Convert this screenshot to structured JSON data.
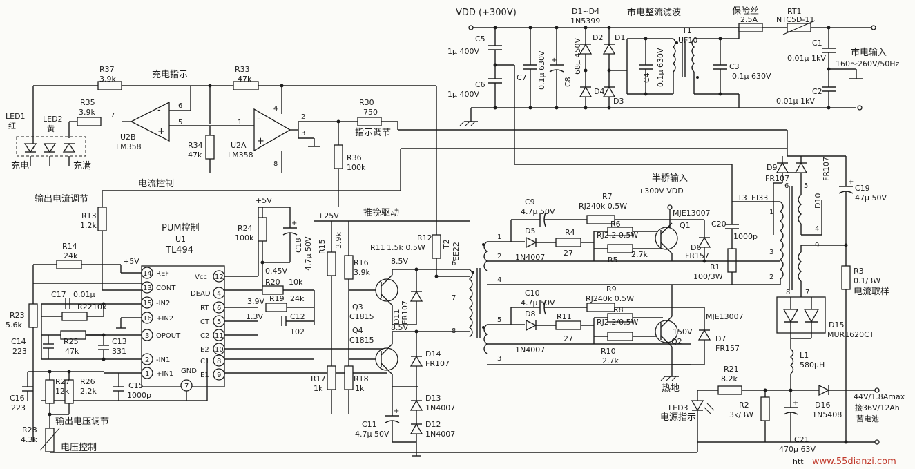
{
  "labels": {
    "vdd_top": "VDD (+300V)",
    "d1d4": "D1~D4",
    "d1d4_part": "1N5399",
    "rectifier": "市电整流滤波",
    "fuse": "保险丝",
    "fuse_val": "2.5A",
    "rt1": "RT1",
    "rt1_val": "NTC5D-11",
    "mains": "市电输入",
    "mains_range": "160～260V/50Hz",
    "c1": "C1",
    "c1_val": "0.01μ 1kV",
    "c2": "C2",
    "c2_val": "0.01μ 1kV",
    "c3": "C3",
    "c3_val": "0.1μ 630V",
    "c4": "C4",
    "c4_val": "0.1μ 630V",
    "t1": "T1",
    "t1_val": "UF10",
    "c5": "C5",
    "c5_val": "1μ 400V",
    "c6": "C6",
    "c6_val": "1μ 400V",
    "c7": "C7",
    "c7_val": "0.1μ 630V",
    "c8": "C8",
    "c8_val": "68μ 450V",
    "d2": "D2",
    "d1": "D1",
    "d3": "D3",
    "d4": "D4",
    "r37": "R37",
    "r37_val": "3.9k",
    "charge_ind": "充电指示",
    "r33": "R33",
    "r33_val": "47k",
    "r35": "R35",
    "r35_val": "3.9k",
    "led1": "LED1",
    "led1_color": "红",
    "led2": "LED2",
    "led2_color": "黄",
    "charging": "充电",
    "full": "充满",
    "u2b": "U2B",
    "u2b_part": "LM358",
    "u2a": "U2A",
    "u2a_part": "LM358",
    "r34": "R34",
    "r34_val": "47k",
    "r30": "R30",
    "r30_val": "750",
    "ind_adj": "指示调节",
    "r36": "R36",
    "r36_val": "100k",
    "cur_ctrl": "电流控制",
    "out_cur_adj": "输出电流调节",
    "r13": "R13",
    "r13_val": "1.2k",
    "pwm": "PUM控制",
    "u1": "U1",
    "u1_part": "TL494",
    "v5a": "+5V",
    "v5b": "+5V",
    "v25": "+25V",
    "r24": "R24",
    "r24_val": "100k",
    "c18": "C18",
    "c18_val": "4.7μ 50V",
    "r14": "R14",
    "r14_val": "24k",
    "v045": "0.45V",
    "r15": "R15",
    "r15_val": "3.9k",
    "r16": "R16",
    "r16_val": "3.9k",
    "pushpull": "推挽驱动",
    "r12": "R12",
    "r11": "R11",
    "r11_val": "1.5k 0.5W",
    "t2": "T2",
    "t2_val": "EE22",
    "c17": "C17",
    "c17_val": "0.01μ",
    "r22": "R22",
    "r22_val": "10k",
    "r20": "R20",
    "r20_val": "10k",
    "r19": "R19",
    "r19_val": "24k",
    "v39": "3.9V",
    "v13": "1.3V",
    "c12": "C12",
    "c12_val": "102",
    "r23": "R23",
    "r23_val": "5.6k",
    "r25": "R25",
    "r25_val": "47k",
    "c14": "C14",
    "c14_val": "223",
    "c13": "C13",
    "c13_val": "331",
    "q3": "Q3",
    "q3_part": "C1815",
    "q4": "Q4",
    "q4_part": "C1815",
    "v85a": "8.5V",
    "v85b": "8.5V",
    "d11": "D11",
    "d11_part": "FR107",
    "d14": "D14",
    "d14_part": "FR107",
    "d13": "D13",
    "d13_part": "1N4007",
    "d12": "D12",
    "d12_part": "1N4007",
    "c11": "C11",
    "c11_val": "4.7μ 50V",
    "r17": "R17",
    "r17_val": "1k",
    "r18": "R18",
    "r18_val": "1k",
    "c16": "C16",
    "c16_val": "223",
    "r27": "R27",
    "r27_val": "12k",
    "r26": "R26",
    "r26_val": "2.2k",
    "c15": "C15",
    "c15_val": "1000p",
    "out_volt_adj": "输出电压调节",
    "r28": "R28",
    "r28_val": "4.3k",
    "volt_ctrl": "电压控制",
    "halfbridge": "半桥输入",
    "vdd_hb": "+300V  VDD",
    "c9": "C9",
    "c9_val": "4.7μ 50V",
    "r7": "R7",
    "r7_val": "RJ240k 0.5W",
    "d5": "D5",
    "d5_part": "1N4007",
    "r4": "R4",
    "r4_val": "27",
    "r6": "R6",
    "r6_val": "RJ2.2 0.5W",
    "r5": "R5",
    "r5_val": "2.7k",
    "q1": "Q1",
    "q1_part": "MJE13007",
    "d6": "D6",
    "d6_part": "FR157",
    "c20": "C20",
    "c20_val": "1000p",
    "r1": "R1",
    "r1_val": "100/3W",
    "c10": "C10",
    "c10_val": "4.7μ 50V",
    "r9": "R9",
    "r9_val": "RJ240k 0.5W",
    "d8": "D8",
    "d8_part": "1N4007",
    "r11b": "R11",
    "r11b_val": "27",
    "r8": "R8",
    "r8_val": "RJ2.2/0.5W",
    "r10": "R10",
    "r10_val": "2.7k",
    "q2": "Q2",
    "q2_v": "150V",
    "q2_part": "MJE13007",
    "d7": "D7",
    "d7_part": "FR157",
    "hot_ground": "热地",
    "t3": "T3",
    "t3_val": "EI33",
    "d9": "D9",
    "d9_part": "FR107",
    "d10": "D10",
    "d10_part": "FR107",
    "c19": "C19",
    "c19_val": "47μ 50V",
    "r3": "R3",
    "r3_val": "0.1/3W",
    "cur_sample": "电流取样",
    "d15": "D15",
    "d15_part": "MUR1620CT",
    "l1": "L1",
    "l1_val": "580μH",
    "r21": "R21",
    "r21_val": "8.2k",
    "led3": "LED3",
    "power_ind": "电源指示",
    "r2": "R2",
    "r2_val": "3k/3W",
    "d16": "D16",
    "d16_part": "1N5408",
    "c21": "C21",
    "c21_val": "470μ 63V",
    "out_spec": "44V/1.8Amax",
    "out_batt1": "接36V/12Ah",
    "out_batt2": "蓄电池",
    "watermark": "www.55dianzi.com",
    "watermark_prefix": "htt"
  },
  "u1_pins": {
    "p14": "14",
    "p13": "13",
    "p15": "15",
    "p16": "16",
    "p3": "3",
    "p2": "2",
    "p1": "1",
    "p12": "12",
    "p4": "4",
    "p6": "6",
    "p5": "5",
    "p11": "11",
    "p10": "10",
    "p8": "8",
    "p9": "9",
    "p7": "7",
    "l14": "REF",
    "l13": "CONT",
    "l15": "-IN2",
    "l16": "+IN2",
    "l3": "OPOUT",
    "l2": "-IN1",
    "l1": "+IN1",
    "l12": "Vcc",
    "l4": "DEAD",
    "l6": "RT",
    "l5": "CT",
    "l11": "C2",
    "l10": "E2",
    "l8": "C1",
    "l9": "E1",
    "l7": "GND"
  },
  "pins": {
    "u2b_7": "7",
    "u2b_6": "6",
    "u2b_5": "5",
    "u2a_1": "1",
    "u2a_2": "2",
    "u2a_3": "3",
    "u2a_4": "4",
    "u2a_8": "8",
    "t2_6": "6",
    "t2_7": "7",
    "t2_8": "8",
    "t2_1": "1",
    "t2_2": "2",
    "t2_4": "4",
    "t2_5": "5",
    "t2_3": "3",
    "t3_1": "1",
    "t3_2": "2",
    "t3_3": "3",
    "t3_4": "4",
    "t3_5": "5",
    "t3_6": "6",
    "t3_7": "7",
    "t3_8": "8",
    "t3_9": "9"
  }
}
